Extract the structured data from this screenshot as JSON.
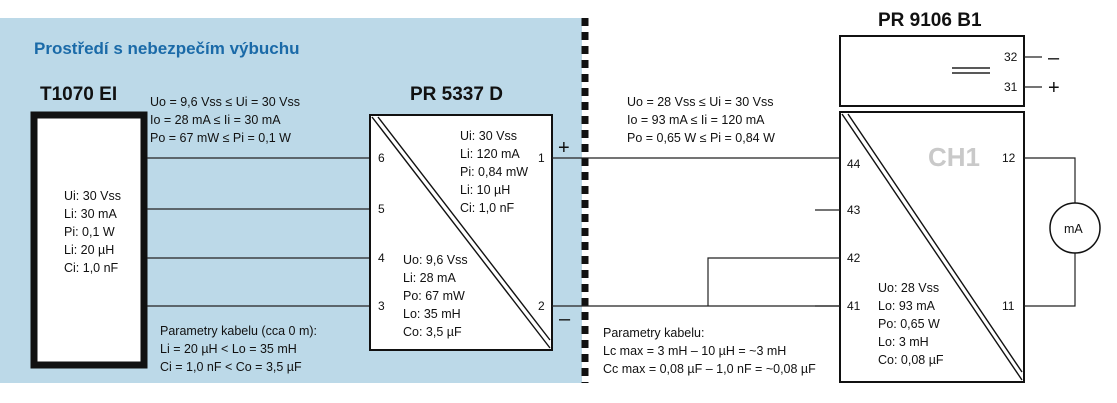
{
  "colors": {
    "hazard_bg": "#bcd9e8",
    "hazard_title": "#1a6aa8",
    "channel_label": "#c9c9c9"
  },
  "hazard_zone": {
    "title": "Prostředí s nebezpečím výbuchu"
  },
  "t1070": {
    "title": "T1070 EI",
    "params": [
      "Ui: 30 Vss",
      "Li: 30 mA",
      "Pi: 0,1 W",
      "Li: 20 µH",
      "Ci: 1,0 nF"
    ]
  },
  "pr5337": {
    "title": "PR 5337 D",
    "input_params": [
      "Ui: 30 Vss",
      "Li: 120 mA",
      "Pi: 0,84 mW",
      "Li: 10 µH",
      "Ci: 1,0 nF"
    ],
    "output_params": [
      "Uo: 9,6 Vss",
      "Li: 28 mA",
      "Po: 67 mW",
      "Lo: 35 mH",
      "Co: 3,5 µF"
    ],
    "left_pins": [
      "6",
      "5",
      "4",
      "3"
    ],
    "right_pins": [
      "1",
      "2"
    ]
  },
  "entity_left": [
    "Uo = 9,6 Vss  ≤  Ui = 30 Vss",
    "Io = 28 mA  ≤  Ii = 30 mA",
    "Po = 67 mW  ≤  Pi = 0,1 W"
  ],
  "entity_right": [
    "Uo = 28 Vss  ≤  Ui = 30 Vss",
    "Io = 93 mA  ≤  Ii = 120 mA",
    "Po = 0,65 W  ≤  Pi = 0,84 W"
  ],
  "cable_left": [
    "Parametry kabelu (cca 0 m):",
    "Li = 20 µH  <  Lo = 35 mH",
    "Ci = 1,0 nF  <  Co = 3,5 µF"
  ],
  "cable_right": [
    "Parametry kabelu:",
    "Lc max = 3 mH – 10 µH = ~3 mH",
    "Cc max = 0,08 µF – 1,0 nF = ~0,08 µF"
  ],
  "pr9106": {
    "title": "PR 9106 B1",
    "channel": "CH1",
    "supply_pins": [
      "32",
      "31"
    ],
    "left_pins": [
      "44",
      "43",
      "42",
      "41"
    ],
    "right_pins": [
      "12",
      "11"
    ],
    "params": [
      "Uo: 28 Vss",
      "Lo: 93 mA",
      "Po: 0,65 W",
      "Lo: 3 mH",
      "Co: 0,08 µF"
    ]
  },
  "signs": {
    "plus": "+",
    "minus": "–"
  },
  "meter": {
    "label": "mA"
  }
}
